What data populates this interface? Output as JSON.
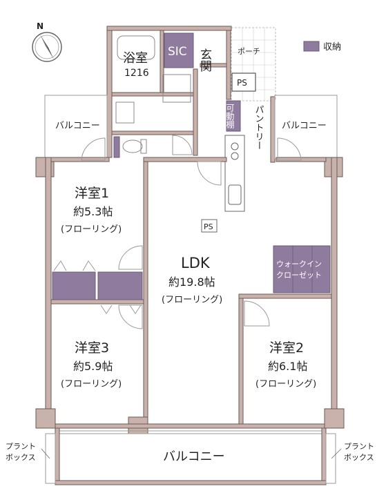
{
  "legend": {
    "label": "収納",
    "color": "#8f7b9e"
  },
  "compass": {
    "north_label": "N"
  },
  "rooms": {
    "bath": {
      "name": "浴室",
      "size": "1216"
    },
    "sic": {
      "name": "SIC"
    },
    "entry": {
      "name": "玄関"
    },
    "porch": {
      "name": "ポーチ"
    },
    "ps_top": {
      "name": "PS"
    },
    "movable_shelf": {
      "name": "可動棚"
    },
    "pantry": {
      "name": "パントリー"
    },
    "balcony_left": {
      "name": "バルコニー"
    },
    "balcony_right": {
      "name": "バルコニー"
    },
    "western1": {
      "name": "洋室1",
      "size": "約5.3帖",
      "floor": "(フローリング)"
    },
    "western2": {
      "name": "洋室2",
      "size": "約6.1帖",
      "floor": "(フローリング)"
    },
    "western3": {
      "name": "洋室3",
      "size": "約5.9帖",
      "floor": "(フローリング)"
    },
    "ldk": {
      "name": "LDK",
      "size": "約19.8帖",
      "floor": "(フローリング)"
    },
    "ps_mid": {
      "name": "PS"
    },
    "walkin": {
      "line1": "ウォークイン",
      "line2": "クローゼット"
    },
    "balcony_bottom": {
      "name": "バルコニー"
    },
    "plant_left": {
      "line1": "プラント",
      "line2": "ボックス"
    },
    "plant_right": {
      "line1": "プラント",
      "line2": "ボックス"
    }
  }
}
